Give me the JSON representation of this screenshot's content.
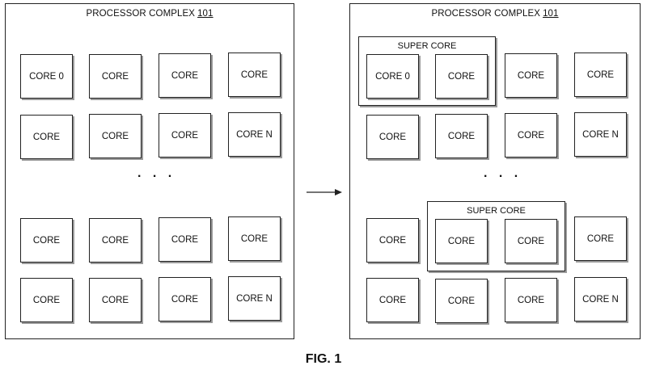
{
  "left_complex": {
    "title": "PROCESSOR COMPLEX",
    "ref": "101",
    "rows": [
      [
        "CORE 0",
        "CORE",
        "CORE",
        "CORE"
      ],
      [
        "CORE",
        "CORE",
        "CORE",
        "CORE N"
      ],
      [
        "CORE",
        "CORE",
        "CORE",
        "CORE"
      ],
      [
        "CORE",
        "CORE",
        "CORE",
        "CORE N"
      ]
    ],
    "ellipsis": ". . ."
  },
  "right_complex": {
    "title": "PROCESSOR COMPLEX",
    "ref": "101",
    "rows": [
      [
        "CORE 0",
        "CORE",
        "CORE",
        "CORE"
      ],
      [
        "CORE",
        "CORE",
        "CORE",
        "CORE N"
      ],
      [
        "CORE",
        "CORE",
        "CORE",
        "CORE"
      ],
      [
        "CORE",
        "CORE",
        "CORE",
        "CORE N"
      ]
    ],
    "ellipsis": ". . .",
    "super_cores": [
      {
        "label": "SUPER CORE"
      },
      {
        "label": "SUPER CORE"
      }
    ]
  },
  "figure_label": "FIG. 1"
}
